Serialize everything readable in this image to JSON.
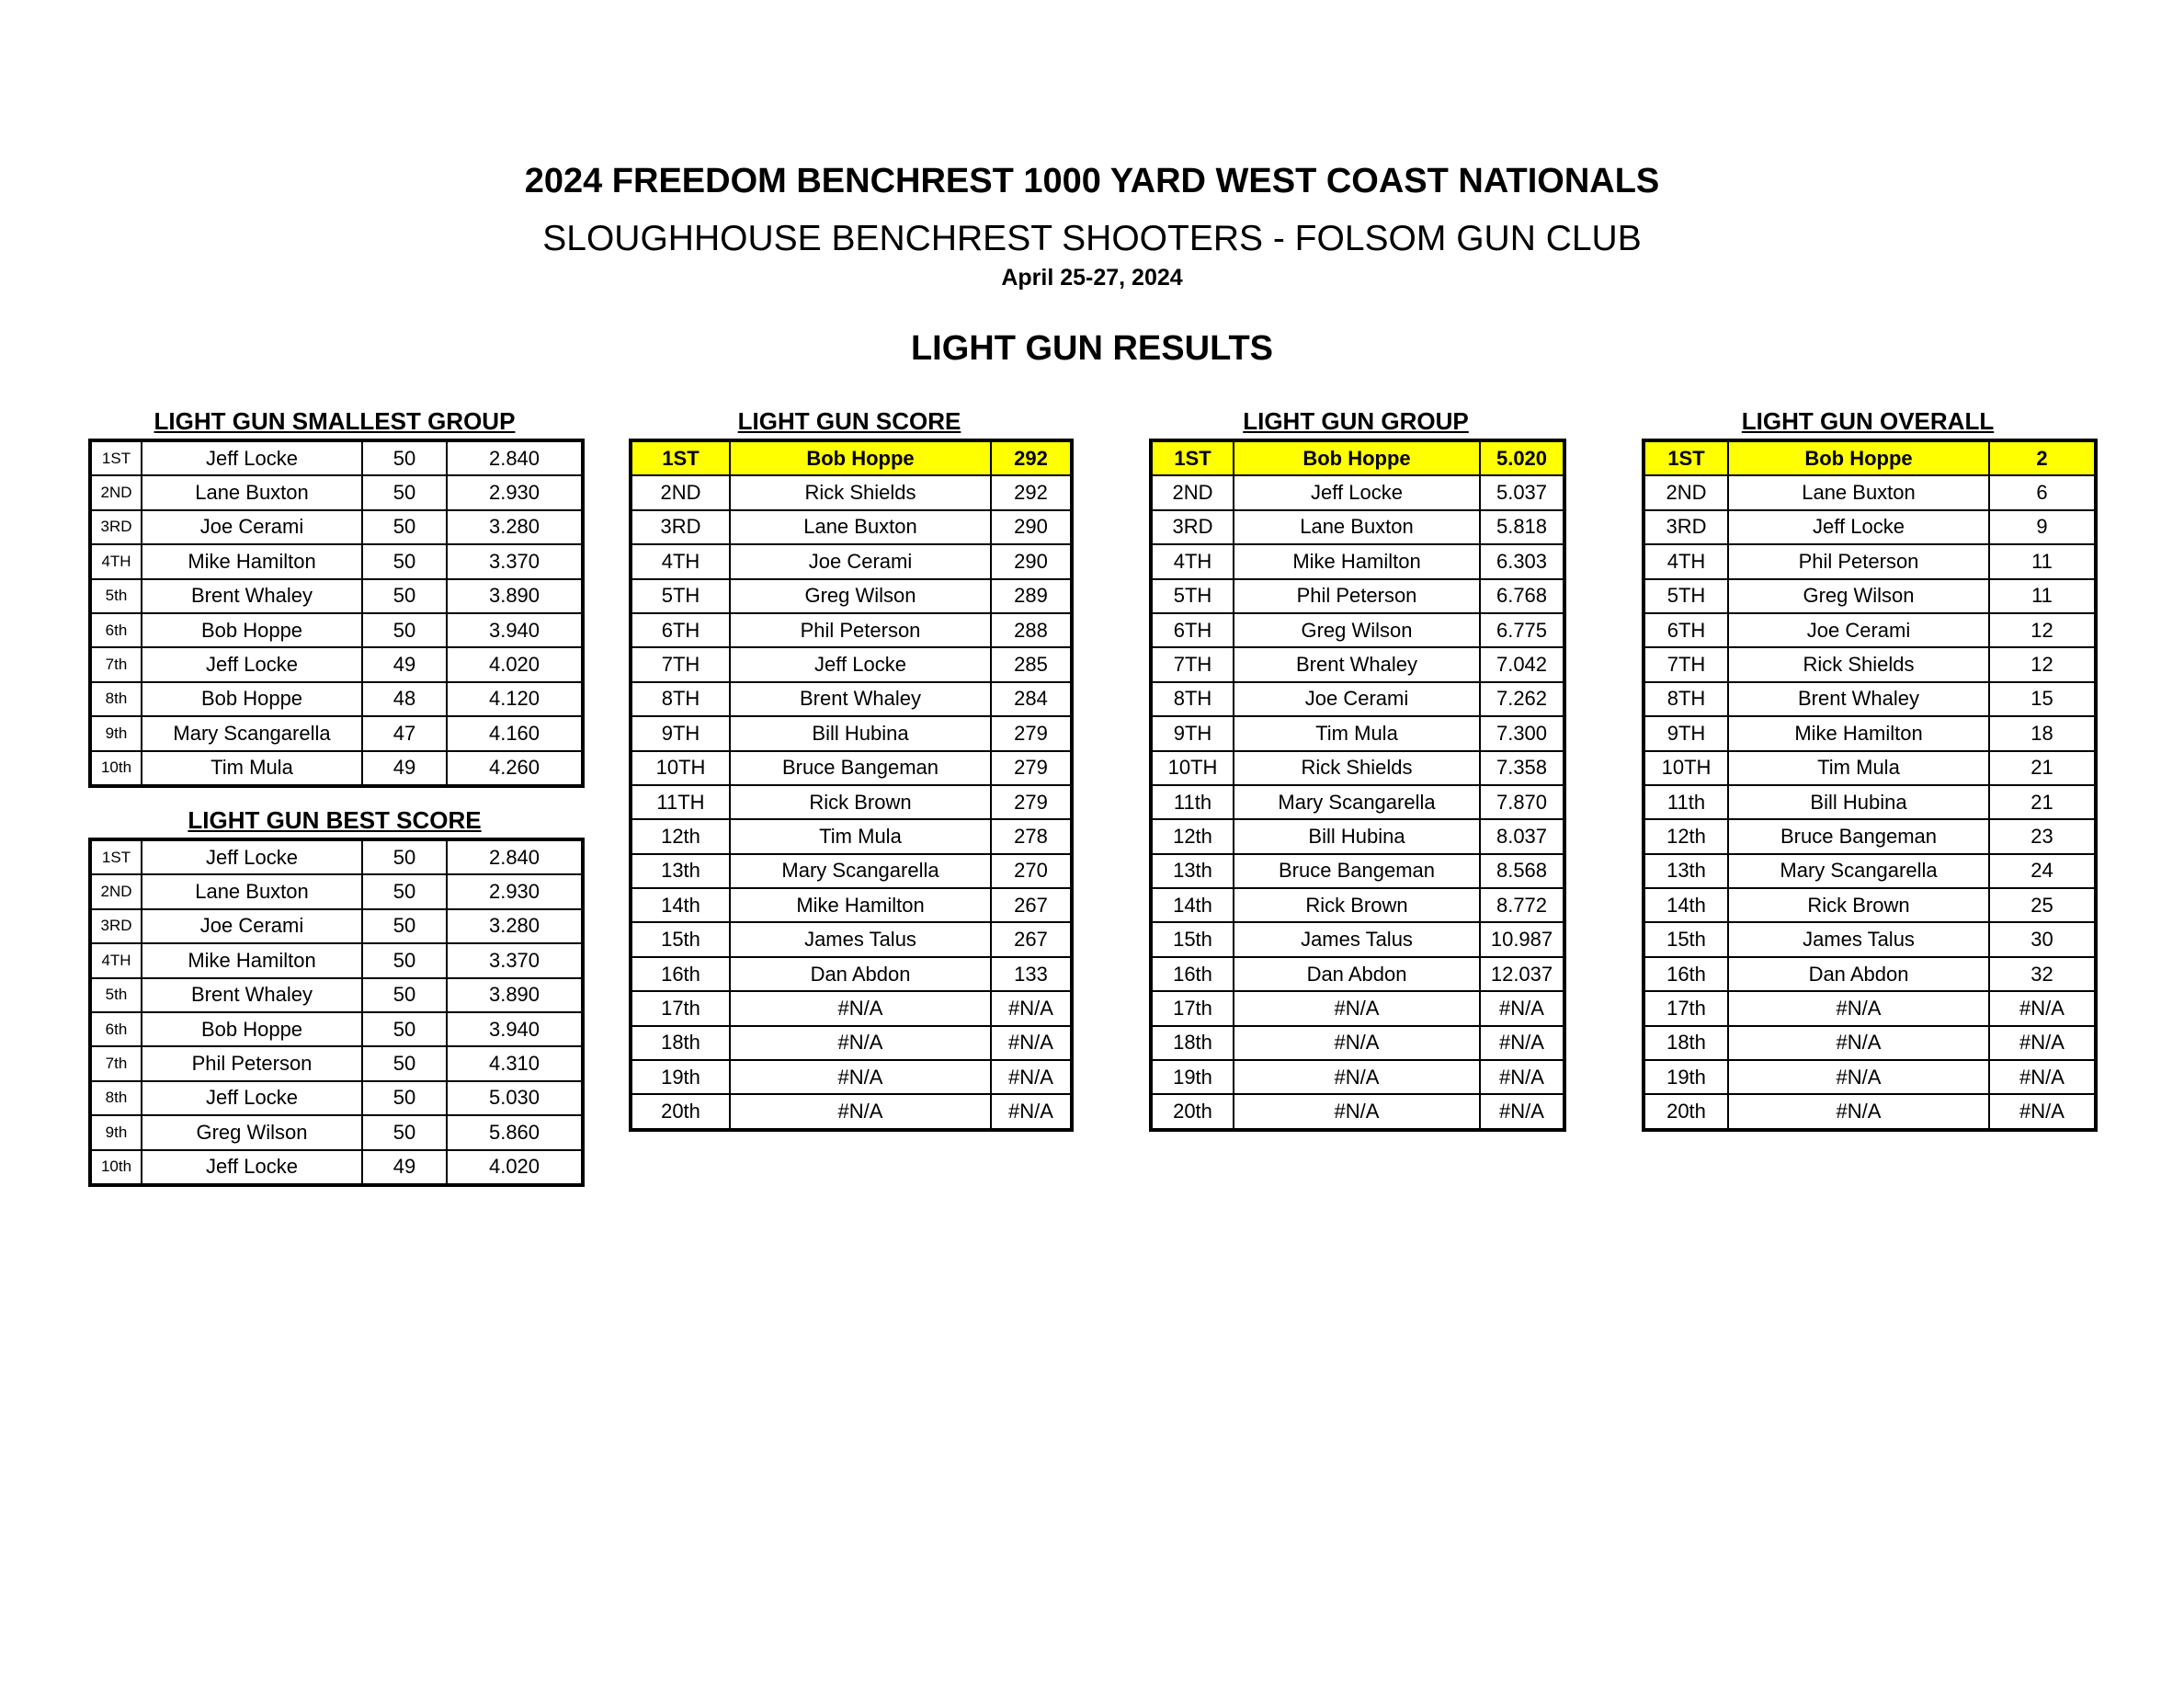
{
  "header": {
    "title": "2024 FREEDOM BENCHREST 1000 YARD WEST COAST NATIONALS",
    "subtitle": "SLOUGHHOUSE BENCHREST SHOOTERS - FOLSOM GUN CLUB",
    "dates": "April 25-27, 2024",
    "section": "LIGHT GUN RESULTS"
  },
  "tables": {
    "smallest_group": {
      "title": "LIGHT GUN SMALLEST GROUP",
      "rows": [
        [
          "1ST",
          "Jeff Locke",
          "50",
          "2.840"
        ],
        [
          "2ND",
          "Lane Buxton",
          "50",
          "2.930"
        ],
        [
          "3RD",
          "Joe Cerami",
          "50",
          "3.280"
        ],
        [
          "4TH",
          "Mike Hamilton",
          "50",
          "3.370"
        ],
        [
          "5th",
          "Brent Whaley",
          "50",
          "3.890"
        ],
        [
          "6th",
          "Bob Hoppe",
          "50",
          "3.940"
        ],
        [
          "7th",
          "Jeff Locke",
          "49",
          "4.020"
        ],
        [
          "8th",
          "Bob Hoppe",
          "48",
          "4.120"
        ],
        [
          "9th",
          "Mary Scangarella",
          "47",
          "4.160"
        ],
        [
          "10th",
          "Tim Mula",
          "49",
          "4.260"
        ]
      ]
    },
    "best_score": {
      "title": "LIGHT GUN BEST SCORE",
      "rows": [
        [
          "1ST",
          "Jeff Locke",
          "50",
          "2.840"
        ],
        [
          "2ND",
          "Lane Buxton",
          "50",
          "2.930"
        ],
        [
          "3RD",
          "Joe Cerami",
          "50",
          "3.280"
        ],
        [
          "4TH",
          "Mike Hamilton",
          "50",
          "3.370"
        ],
        [
          "5th",
          "Brent Whaley",
          "50",
          "3.890"
        ],
        [
          "6th",
          "Bob Hoppe",
          "50",
          "3.940"
        ],
        [
          "7th",
          "Phil Peterson",
          "50",
          "4.310"
        ],
        [
          "8th",
          "Jeff Locke",
          "50",
          "5.030"
        ],
        [
          "9th",
          "Greg Wilson",
          "50",
          "5.860"
        ],
        [
          "10th",
          "Jeff Locke",
          "49",
          "4.020"
        ]
      ]
    },
    "score": {
      "title": "LIGHT GUN SCORE",
      "rows": [
        [
          "1ST",
          "Bob Hoppe",
          "292"
        ],
        [
          "2ND",
          "Rick Shields",
          "292"
        ],
        [
          "3RD",
          "Lane Buxton",
          "290"
        ],
        [
          "4TH",
          "Joe Cerami",
          "290"
        ],
        [
          "5TH",
          "Greg Wilson",
          "289"
        ],
        [
          "6TH",
          "Phil Peterson",
          "288"
        ],
        [
          "7TH",
          "Jeff Locke",
          "285"
        ],
        [
          "8TH",
          "Brent Whaley",
          "284"
        ],
        [
          "9TH",
          "Bill Hubina",
          "279"
        ],
        [
          "10TH",
          "Bruce Bangeman",
          "279"
        ],
        [
          "11TH",
          "Rick Brown",
          "279"
        ],
        [
          "12th",
          "Tim Mula",
          "278"
        ],
        [
          "13th",
          "Mary Scangarella",
          "270"
        ],
        [
          "14th",
          "Mike Hamilton",
          "267"
        ],
        [
          "15th",
          "James Talus",
          "267"
        ],
        [
          "16th",
          "Dan Abdon",
          "133"
        ],
        [
          "17th",
          "#N/A",
          "#N/A"
        ],
        [
          "18th",
          "#N/A",
          "#N/A"
        ],
        [
          "19th",
          "#N/A",
          "#N/A"
        ],
        [
          "20th",
          "#N/A",
          "#N/A"
        ]
      ]
    },
    "group": {
      "title": "LIGHT GUN GROUP",
      "rows": [
        [
          "1ST",
          "Bob Hoppe",
          "5.020"
        ],
        [
          "2ND",
          "Jeff Locke",
          "5.037"
        ],
        [
          "3RD",
          "Lane Buxton",
          "5.818"
        ],
        [
          "4TH",
          "Mike Hamilton",
          "6.303"
        ],
        [
          "5TH",
          "Phil Peterson",
          "6.768"
        ],
        [
          "6TH",
          "Greg Wilson",
          "6.775"
        ],
        [
          "7TH",
          "Brent Whaley",
          "7.042"
        ],
        [
          "8TH",
          "Joe Cerami",
          "7.262"
        ],
        [
          "9TH",
          "Tim Mula",
          "7.300"
        ],
        [
          "10TH",
          "Rick Shields",
          "7.358"
        ],
        [
          "11th",
          "Mary Scangarella",
          "7.870"
        ],
        [
          "12th",
          "Bill Hubina",
          "8.037"
        ],
        [
          "13th",
          "Bruce Bangeman",
          "8.568"
        ],
        [
          "14th",
          "Rick Brown",
          "8.772"
        ],
        [
          "15th",
          "James Talus",
          "10.987"
        ],
        [
          "16th",
          "Dan Abdon",
          "12.037"
        ],
        [
          "17th",
          "#N/A",
          "#N/A"
        ],
        [
          "18th",
          "#N/A",
          "#N/A"
        ],
        [
          "19th",
          "#N/A",
          "#N/A"
        ],
        [
          "20th",
          "#N/A",
          "#N/A"
        ]
      ]
    },
    "overall": {
      "title": "LIGHT GUN OVERALL",
      "rows": [
        [
          "1ST",
          "Bob Hoppe",
          "2"
        ],
        [
          "2ND",
          "Lane Buxton",
          "6"
        ],
        [
          "3RD",
          "Jeff Locke",
          "9"
        ],
        [
          "4TH",
          "Phil Peterson",
          "11"
        ],
        [
          "5TH",
          "Greg Wilson",
          "11"
        ],
        [
          "6TH",
          "Joe Cerami",
          "12"
        ],
        [
          "7TH",
          "Rick Shields",
          "12"
        ],
        [
          "8TH",
          "Brent Whaley",
          "15"
        ],
        [
          "9TH",
          "Mike Hamilton",
          "18"
        ],
        [
          "10TH",
          "Tim Mula",
          "21"
        ],
        [
          "11th",
          "Bill Hubina",
          "21"
        ],
        [
          "12th",
          "Bruce Bangeman",
          "23"
        ],
        [
          "13th",
          "Mary Scangarella",
          "24"
        ],
        [
          "14th",
          "Rick Brown",
          "25"
        ],
        [
          "15th",
          "James Talus",
          "30"
        ],
        [
          "16th",
          "Dan Abdon",
          "32"
        ],
        [
          "17th",
          "#N/A",
          "#N/A"
        ],
        [
          "18th",
          "#N/A",
          "#N/A"
        ],
        [
          "19th",
          "#N/A",
          "#N/A"
        ],
        [
          "20th",
          "#N/A",
          "#N/A"
        ]
      ]
    }
  },
  "colors": {
    "highlight": "#ffff00",
    "border": "#000000"
  }
}
